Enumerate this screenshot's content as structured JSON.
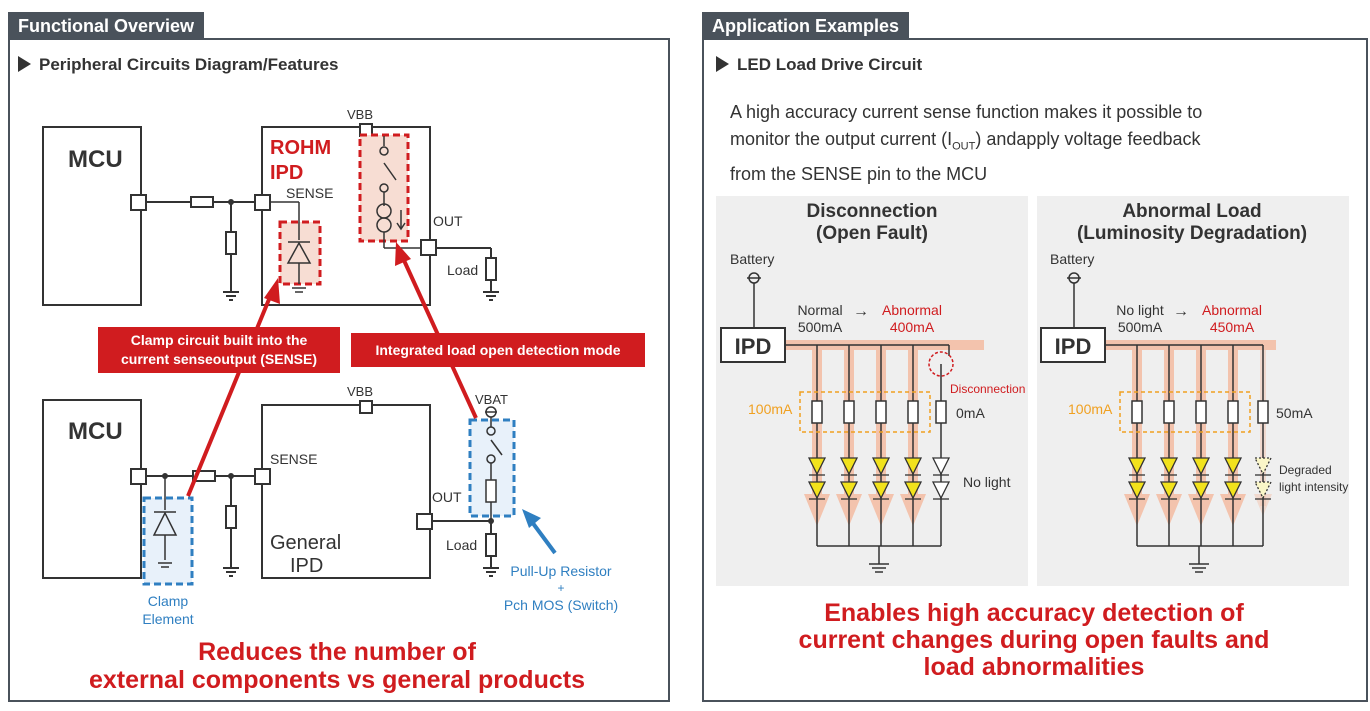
{
  "left": {
    "tab": "Functional Overview",
    "subheading": "Peripheral Circuits Diagram/Features",
    "top_circuit": {
      "mcu": "MCU",
      "vbb": "VBB",
      "ipd_line1": "ROHM",
      "ipd_line2": "IPD",
      "sense": "SENSE",
      "out": "OUT",
      "load": "Load"
    },
    "callout_clamp_line1": "Clamp circuit built into the",
    "callout_clamp_line2": "current senseoutput (SENSE)",
    "callout_open": "Integrated load open detection mode",
    "bottom_circuit": {
      "mcu": "MCU",
      "vbb": "VBB",
      "vbat": "VBAT",
      "sense": "SENSE",
      "out": "OUT",
      "load": "Load",
      "ipd_line1": "General",
      "ipd_line2": "IPD",
      "clamp_line1": "Clamp",
      "clamp_line2": "Element",
      "pullup_line1": "Pull-Up Resistor",
      "pullup_plus": "+",
      "pullup_line2": "Pch MOS (Switch)"
    },
    "conclusion_line1": "Reduces the number of",
    "conclusion_line2": "external components vs general products"
  },
  "right": {
    "tab": "Application Examples",
    "subheading": "LED Load Drive Circuit",
    "desc_line1": "A high accuracy current sense function makes it possible to",
    "desc_line2a": "monitor the output current (I",
    "desc_sub": "OUT",
    "desc_line2b": ") andapply voltage feedback",
    "desc_line3": "from the SENSE pin to the MCU",
    "open_fault": {
      "title1": "Disconnection",
      "title2": "(Open Fault)",
      "battery": "Battery",
      "ipd": "IPD",
      "normal_label": "Normal",
      "normal_value": "500mA",
      "abnormal_label": "Abnormal",
      "abnormal_value": "400mA",
      "branch_current": "100mA",
      "disconnection": "Disconnection",
      "failed_current": "0mA",
      "failed_state": "No light"
    },
    "abnormal_load": {
      "title1": "Abnormal Load",
      "title2": "(Luminosity Degradation)",
      "battery": "Battery",
      "ipd": "IPD",
      "normal_label": "No light",
      "normal_value": "500mA",
      "abnormal_label": "Abnormal",
      "abnormal_value": "450mA",
      "branch_current": "100mA",
      "failed_current": "50mA",
      "degraded_line1": "Degraded",
      "degraded_line2": "light intensity"
    },
    "conclusion_line1": "Enables high accuracy detection of",
    "conclusion_line2": "current changes during open faults and",
    "conclusion_line3": "load abnormalities"
  },
  "colors": {
    "accent_red": "#d01c1f",
    "accent_blue": "#2f7fc1",
    "accent_orange": "#f0a020",
    "led_yellow": "#f2e21c",
    "header_gray": "#4a525b"
  }
}
